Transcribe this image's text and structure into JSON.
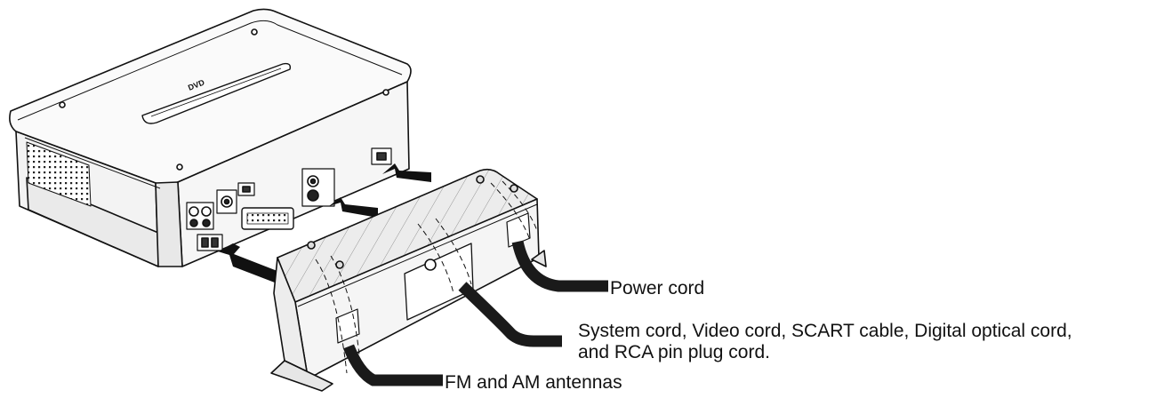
{
  "device_markings": {
    "logo": "DVD"
  },
  "labels": {
    "power_cord": "Power cord",
    "system_line1": "System cord, Video cord, SCART cable, Digital optical cord,",
    "system_line2": "and RCA pin plug cord.",
    "antennas": "FM and AM antennas"
  },
  "colors": {
    "line": "#111111",
    "cable": "#1a1a1a",
    "cover_shade": "#e6e6e6",
    "body_shade": "#f4f4f4"
  }
}
